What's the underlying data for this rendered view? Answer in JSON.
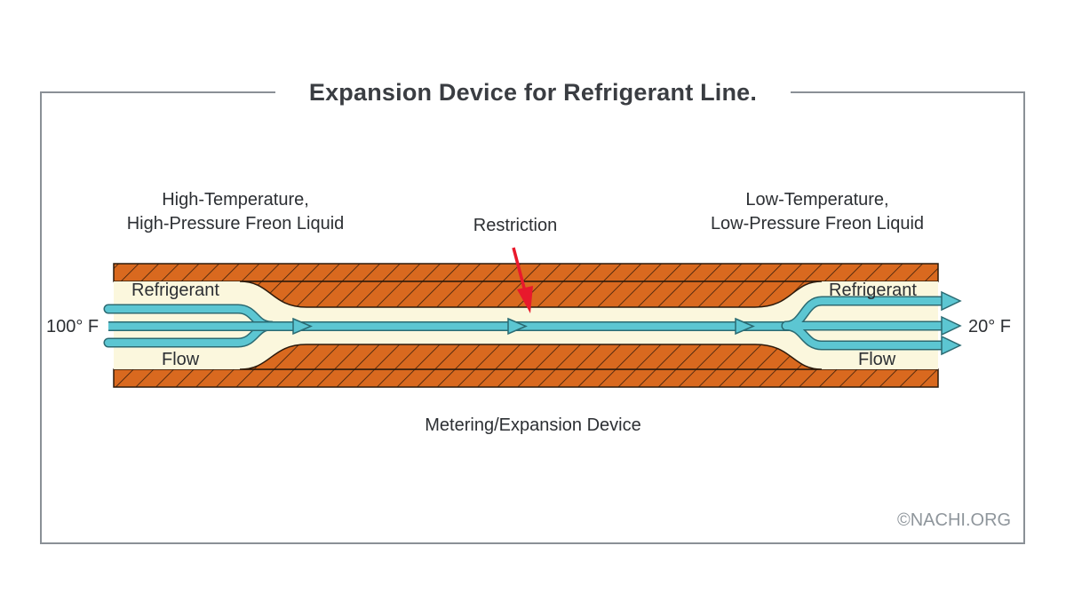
{
  "title": "Expansion Device for Refrigerant Line.",
  "labels": {
    "inlet_condition_line1": "High-Temperature,",
    "inlet_condition_line2": "High-Pressure Freon Liquid",
    "restriction": "Restriction",
    "outlet_condition_line1": "Low-Temperature,",
    "outlet_condition_line2": "Low-Pressure Freon Liquid",
    "left_refrigerant": "Refrigerant",
    "left_flow": "Flow",
    "right_refrigerant": "Refrigerant",
    "right_flow": "Flow",
    "inlet_temp": "100° F",
    "outlet_temp": "20° F",
    "device": "Metering/Expansion Device",
    "copyright": "©NACHI.ORG"
  },
  "colors": {
    "pipe_wall": "#d9691f",
    "hatch": "#3a1e0c",
    "refrigerant_channel": "#fbf7dd",
    "flow_arrow": "#5cc6d2",
    "flow_arrow_outline": "#2b6a72",
    "restriction_pointer": "#e8192c",
    "frame": "#8a9096"
  },
  "icons": {
    "flow_arrows": "arrow-right-icon",
    "restriction_pointer": "arrow-down-icon"
  }
}
